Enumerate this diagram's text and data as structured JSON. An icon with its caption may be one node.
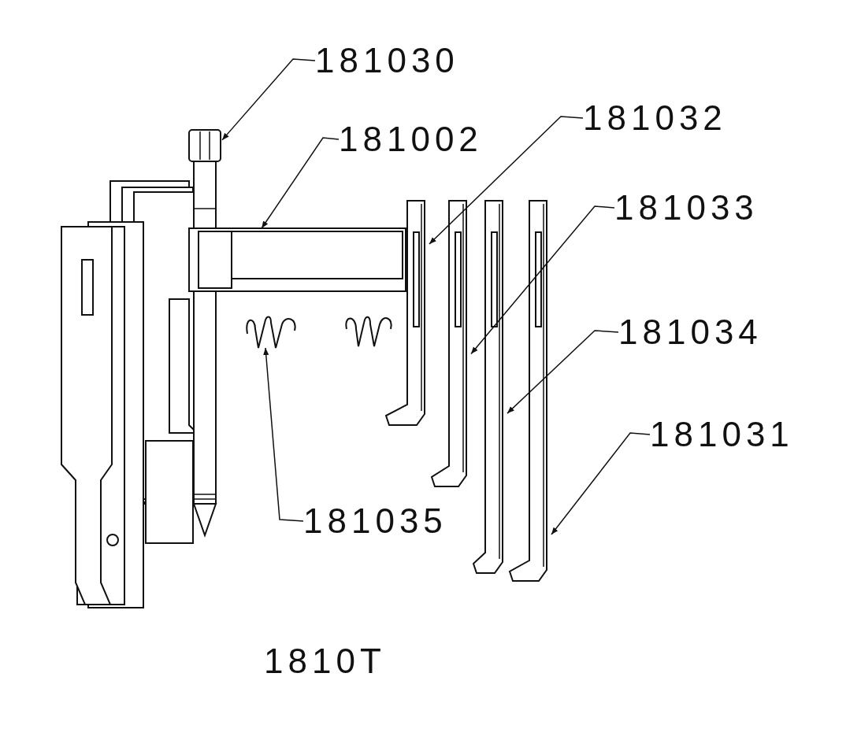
{
  "diagram": {
    "caption": "1810T",
    "nodes": [
      {
        "text": [
          "181030"
        ]
      },
      {
        "text": [
          "181002"
        ]
      },
      {
        "text": [
          "181032"
        ]
      },
      {
        "text": [
          "181033"
        ]
      },
      {
        "text": [
          "181034"
        ]
      },
      {
        "text": [
          "181031"
        ]
      },
      {
        "text": [
          "181035"
        ]
      },
      {
        "text": [],
        "shape": "picture"
      },
      {
        "text": [],
        "shape": "picture"
      },
      {
        "text": [],
        "shape": "picture"
      },
      {
        "text": [],
        "shape": "picture"
      },
      {
        "text": [],
        "shape": "picture"
      },
      {
        "text": [],
        "shape": "picture"
      },
      {
        "text": [],
        "shape": "picture"
      }
    ],
    "edges": [
      {
        "from": 0,
        "to": 7,
        "arrow": "to"
      },
      {
        "from": 1,
        "to": 8,
        "arrow": "to"
      },
      {
        "from": 2,
        "to": 9,
        "arrow": "to"
      },
      {
        "from": 3,
        "to": 10,
        "arrow": "to"
      },
      {
        "from": 4,
        "to": 11,
        "arrow": "to"
      },
      {
        "from": 5,
        "to": 12,
        "arrow": "to"
      },
      {
        "from": 6,
        "to": 13,
        "arrow": "to"
      }
    ]
  }
}
